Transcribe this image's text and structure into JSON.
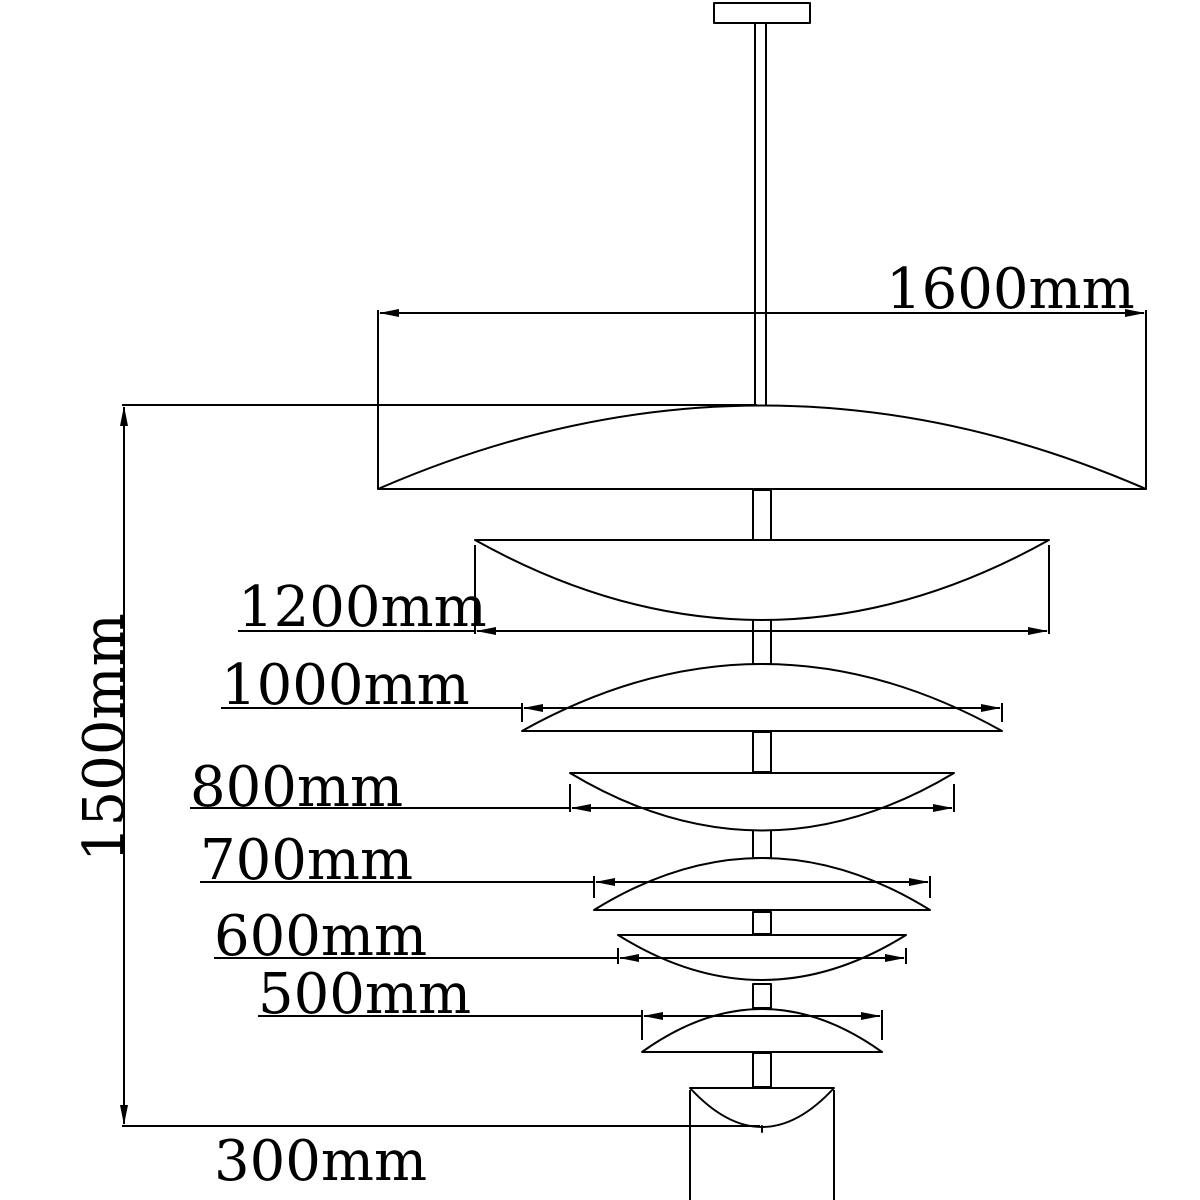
{
  "drawing": {
    "overall_height_label": "1500mm",
    "dimensions": [
      {
        "id": "d1600",
        "label": "1600mm"
      },
      {
        "id": "d1200",
        "label": "1200mm"
      },
      {
        "id": "d1000",
        "label": "1000mm"
      },
      {
        "id": "d800",
        "label": "800mm"
      },
      {
        "id": "d700",
        "label": "700mm"
      },
      {
        "id": "d600",
        "label": "600mm"
      },
      {
        "id": "d500",
        "label": "500mm"
      },
      {
        "id": "d300",
        "label": "300mm"
      }
    ]
  }
}
